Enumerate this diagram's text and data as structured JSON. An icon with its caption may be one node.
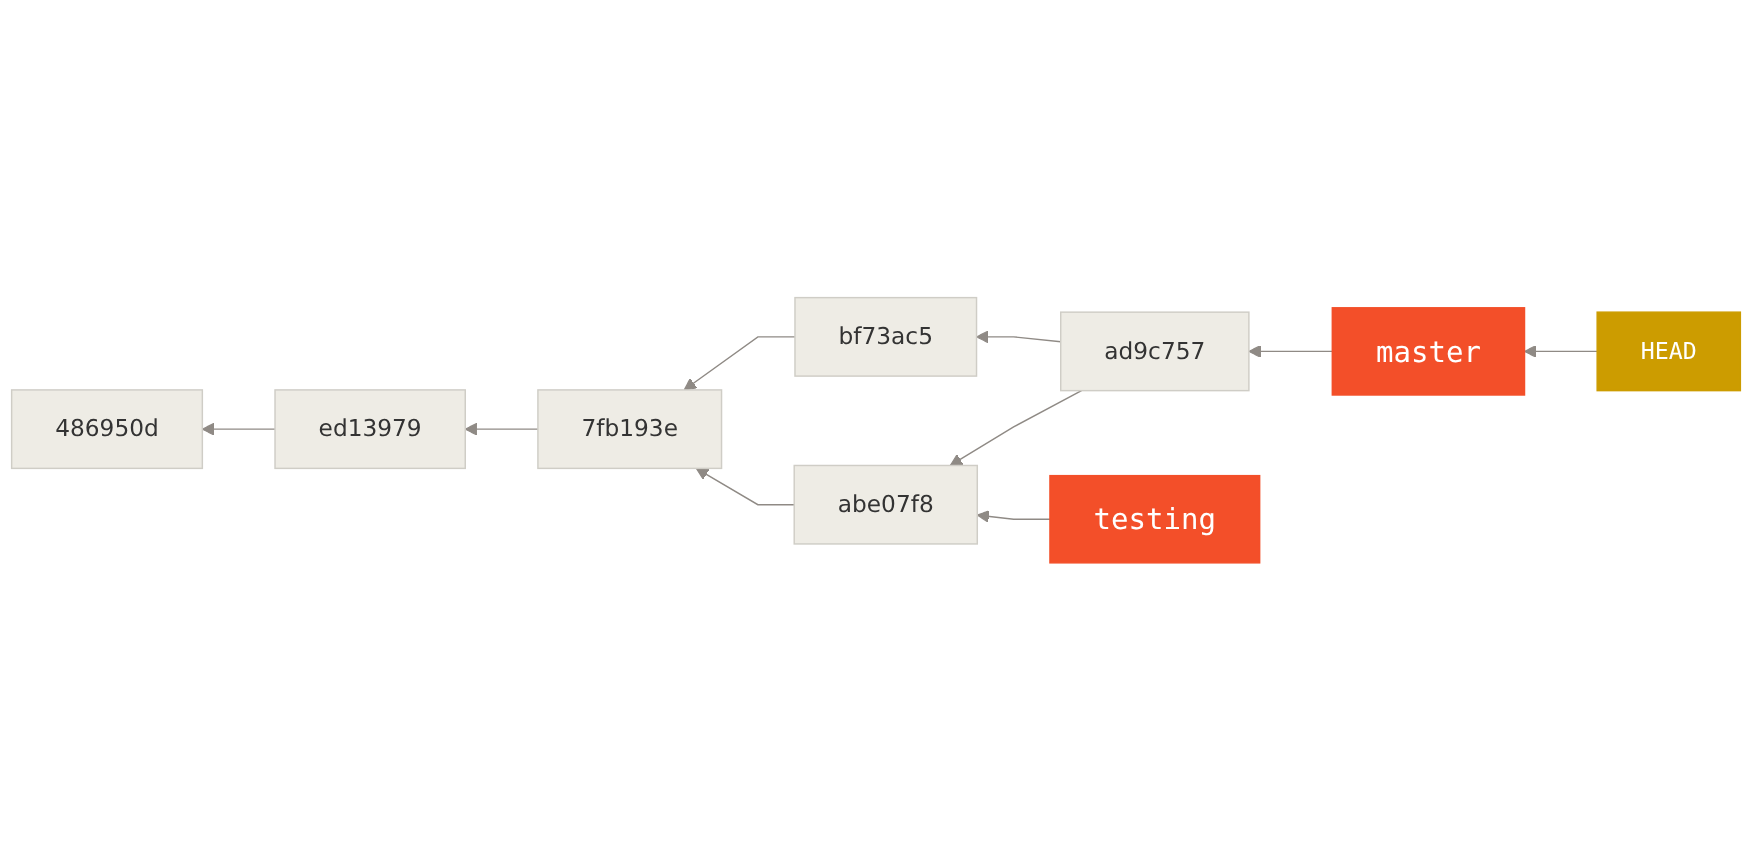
{
  "diagram": {
    "nodes": [
      {
        "text": [
          "HEAD"
        ]
      },
      {
        "text": [
          "master"
        ]
      },
      {
        "text": [
          "486950d"
        ]
      },
      {
        "text": [
          "ed13979"
        ]
      },
      {
        "text": [
          "7fb193e"
        ]
      },
      {
        "text": [
          "bf73ac5"
        ]
      },
      {
        "text": [
          "ad9c757"
        ]
      },
      {
        "text": [
          "abe07f8"
        ]
      },
      {
        "text": [
          "testing"
        ]
      }
    ],
    "edges": [
      {
        "from": 0,
        "to": 1,
        "arrow": "to"
      },
      {
        "from": 1,
        "to": 6,
        "arrow": "to"
      },
      {
        "from": 6,
        "to": 5,
        "arrow": "to"
      },
      {
        "from": 5,
        "to": 4,
        "arrow": "to"
      },
      {
        "from": 6,
        "to": 7,
        "arrow": "to"
      },
      {
        "from": 7,
        "to": 4,
        "arrow": "to"
      },
      {
        "from": 4,
        "to": 3,
        "arrow": "to"
      },
      {
        "from": 3,
        "to": 2,
        "arrow": "to"
      },
      {
        "from": 8,
        "to": 7,
        "arrow": "to"
      }
    ]
  }
}
